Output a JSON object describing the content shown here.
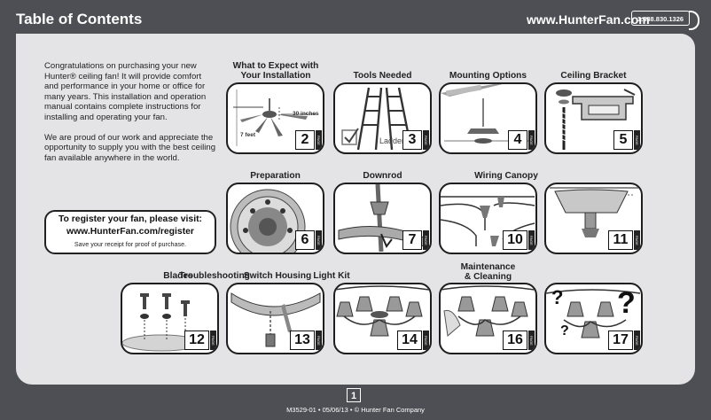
{
  "header": {
    "title": "Table of Contents",
    "url": "www.HunterFan.com",
    "phone": "1.888.830.1326"
  },
  "intro": {
    "p1": "Congratulations on purchasing your new Hunter® ceiling fan!  It will provide comfort and performance in your home or office for many years. This installation and operation manual contains complete instructions for installing and operating your fan.",
    "p2": "We are proud of our work and appreciate the opportunity to supply you with the best ceiling fan available anywhere in the world."
  },
  "register": {
    "line1": "To register your fan, please visit:",
    "line2": "www.HunterFan.com/register",
    "line3": "Save your receipt for proof of purchase."
  },
  "sections": [
    {
      "title": "What to Expect with\nYour Installation",
      "page": "2",
      "icon": "fan-dimensions-illustration",
      "labels": [
        "30 inches",
        "7 feet"
      ]
    },
    {
      "title": "Tools Needed",
      "page": "3",
      "icon": "ladder-illustration",
      "labels": [
        "Ladder"
      ]
    },
    {
      "title": "Mounting Options",
      "page": "4",
      "icon": "mounting-illustration",
      "labels": []
    },
    {
      "title": "Ceiling Bracket",
      "page": "5",
      "icon": "bracket-illustration",
      "labels": []
    },
    {
      "title": "Preparation",
      "page": "6",
      "icon": "motor-illustration",
      "labels": []
    },
    {
      "title": "Downrod",
      "page": "7",
      "icon": "downrod-illustration",
      "labels": []
    },
    {
      "title": "Wiring Canopy",
      "page": "10",
      "icon": "wiring-illustration",
      "labels": []
    },
    {
      "title": "",
      "page": "11",
      "icon": "canopy-illustration",
      "labels": []
    },
    {
      "title": "Blades",
      "page": "12",
      "icon": "blades-illustration",
      "labels": []
    },
    {
      "title": "Switch Housing",
      "page": "13",
      "icon": "switch-housing-illustration",
      "labels": []
    },
    {
      "title": "Light Kit",
      "page": "14",
      "icon": "light-kit-illustration",
      "labels": []
    },
    {
      "title": "Maintenance\n& Cleaning",
      "page": "16",
      "icon": "cleaning-illustration",
      "labels": []
    },
    {
      "title": "Troubleshooting",
      "page": "17",
      "icon": "troubleshooting-illustration",
      "labels": [
        "?",
        "?",
        "?"
      ]
    }
  ],
  "tab_text": "PAGE",
  "footer": {
    "page": "1",
    "text": "M3529-01 • 05/06/13 • © Hunter Fan Company"
  },
  "colors": {
    "background": "#4d4f55",
    "panel": "#e4e4e6",
    "card_border": "#1e1e1e"
  }
}
